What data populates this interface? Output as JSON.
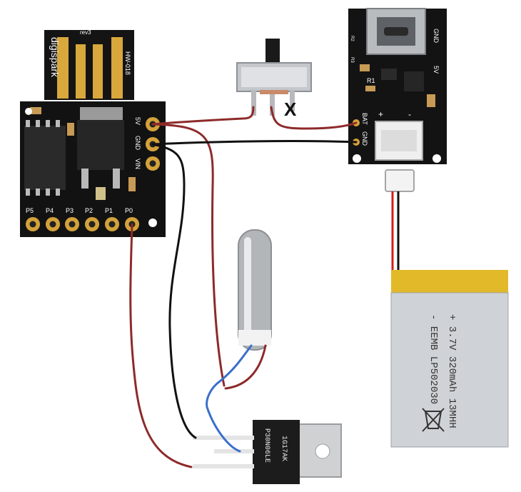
{
  "digispark": {
    "brand": "digispark",
    "model": "HW-018",
    "rev": "rev3",
    "pins_power": [
      "5V",
      "GND",
      "VIN"
    ],
    "pins_io": [
      "P5",
      "P4",
      "P3",
      "P2",
      "P1",
      "P0"
    ]
  },
  "charger": {
    "labels_top": [
      "GND",
      "5V"
    ],
    "labels_bottom": [
      "BAT",
      "GND"
    ],
    "resistors": [
      "R1",
      "R2",
      "R3"
    ],
    "polarity_plus": "+",
    "polarity_minus": "-"
  },
  "mosfet": {
    "part": "P30N06LE",
    "code": "1G17AK"
  },
  "battery": {
    "line1": "+ 3.7V 320mAh 13MHH",
    "line2": "- EEMB LP502030"
  },
  "annotations": {
    "cross_mark": "X"
  },
  "colors": {
    "wire_red": "#8e2a2a",
    "wire_black": "#111111",
    "wire_blue": "#3a6fcc",
    "pcb_black": "#111111",
    "gold": "#d4a23a",
    "battery_tape": "#e0b82a",
    "battery_body": "#cfd2d6"
  }
}
